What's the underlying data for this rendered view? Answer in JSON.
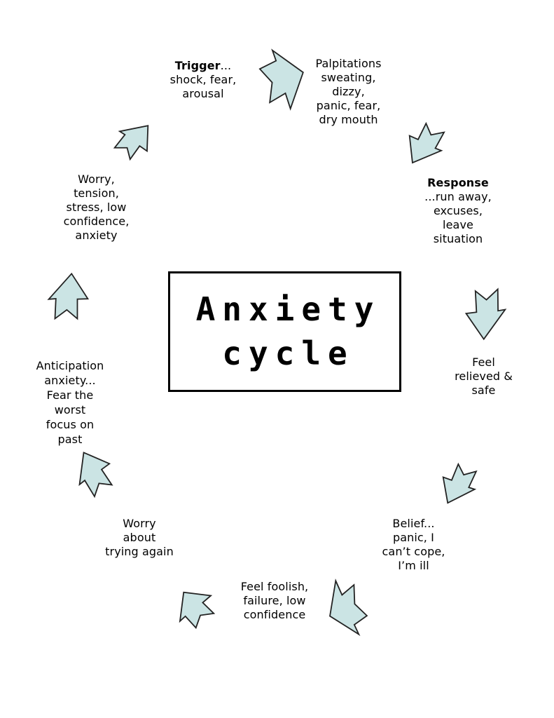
{
  "title_box": {
    "line1": "Anxiety",
    "line2": "cycle"
  },
  "colors": {
    "arrow_fill": "#cbe4e4",
    "arrow_outline": "#232323",
    "text": "#000000",
    "title_border": "#000000",
    "page_background": "#ffffff"
  },
  "labels": [
    {
      "id": "trigger",
      "bold_part": "Trigger",
      "plain_part": "...",
      "lines": [
        "shock, fear,",
        "arousal"
      ]
    },
    {
      "id": "palpitations",
      "lines": [
        "Palpitations",
        "sweating,",
        "dizzy,",
        "panic, fear,",
        "dry mouth"
      ]
    },
    {
      "id": "response",
      "bold_line": "Response",
      "lines": [
        "...run away,",
        "excuses,",
        "leave",
        "situation"
      ]
    },
    {
      "id": "feel-relieved-safe",
      "lines": [
        "Feel",
        "relieved &",
        "safe"
      ]
    },
    {
      "id": "belief",
      "lines": [
        "Belief...",
        "panic, I",
        "can’t cope,",
        "I’m ill"
      ]
    },
    {
      "id": "feel-foolish",
      "lines": [
        "Feel foolish,",
        "failure, low",
        "confidence"
      ]
    },
    {
      "id": "worry-about-trying-again",
      "lines": [
        "Worry",
        "about",
        "trying again"
      ]
    },
    {
      "id": "anticipation-anxiety",
      "lines": [
        "Anticipation",
        "anxiety...",
        "Fear the",
        "worst",
        "focus on",
        "past"
      ]
    },
    {
      "id": "worry-tension",
      "lines": [
        "Worry,",
        "tension,",
        "stress, low",
        "confidence,",
        "anxiety"
      ]
    }
  ]
}
